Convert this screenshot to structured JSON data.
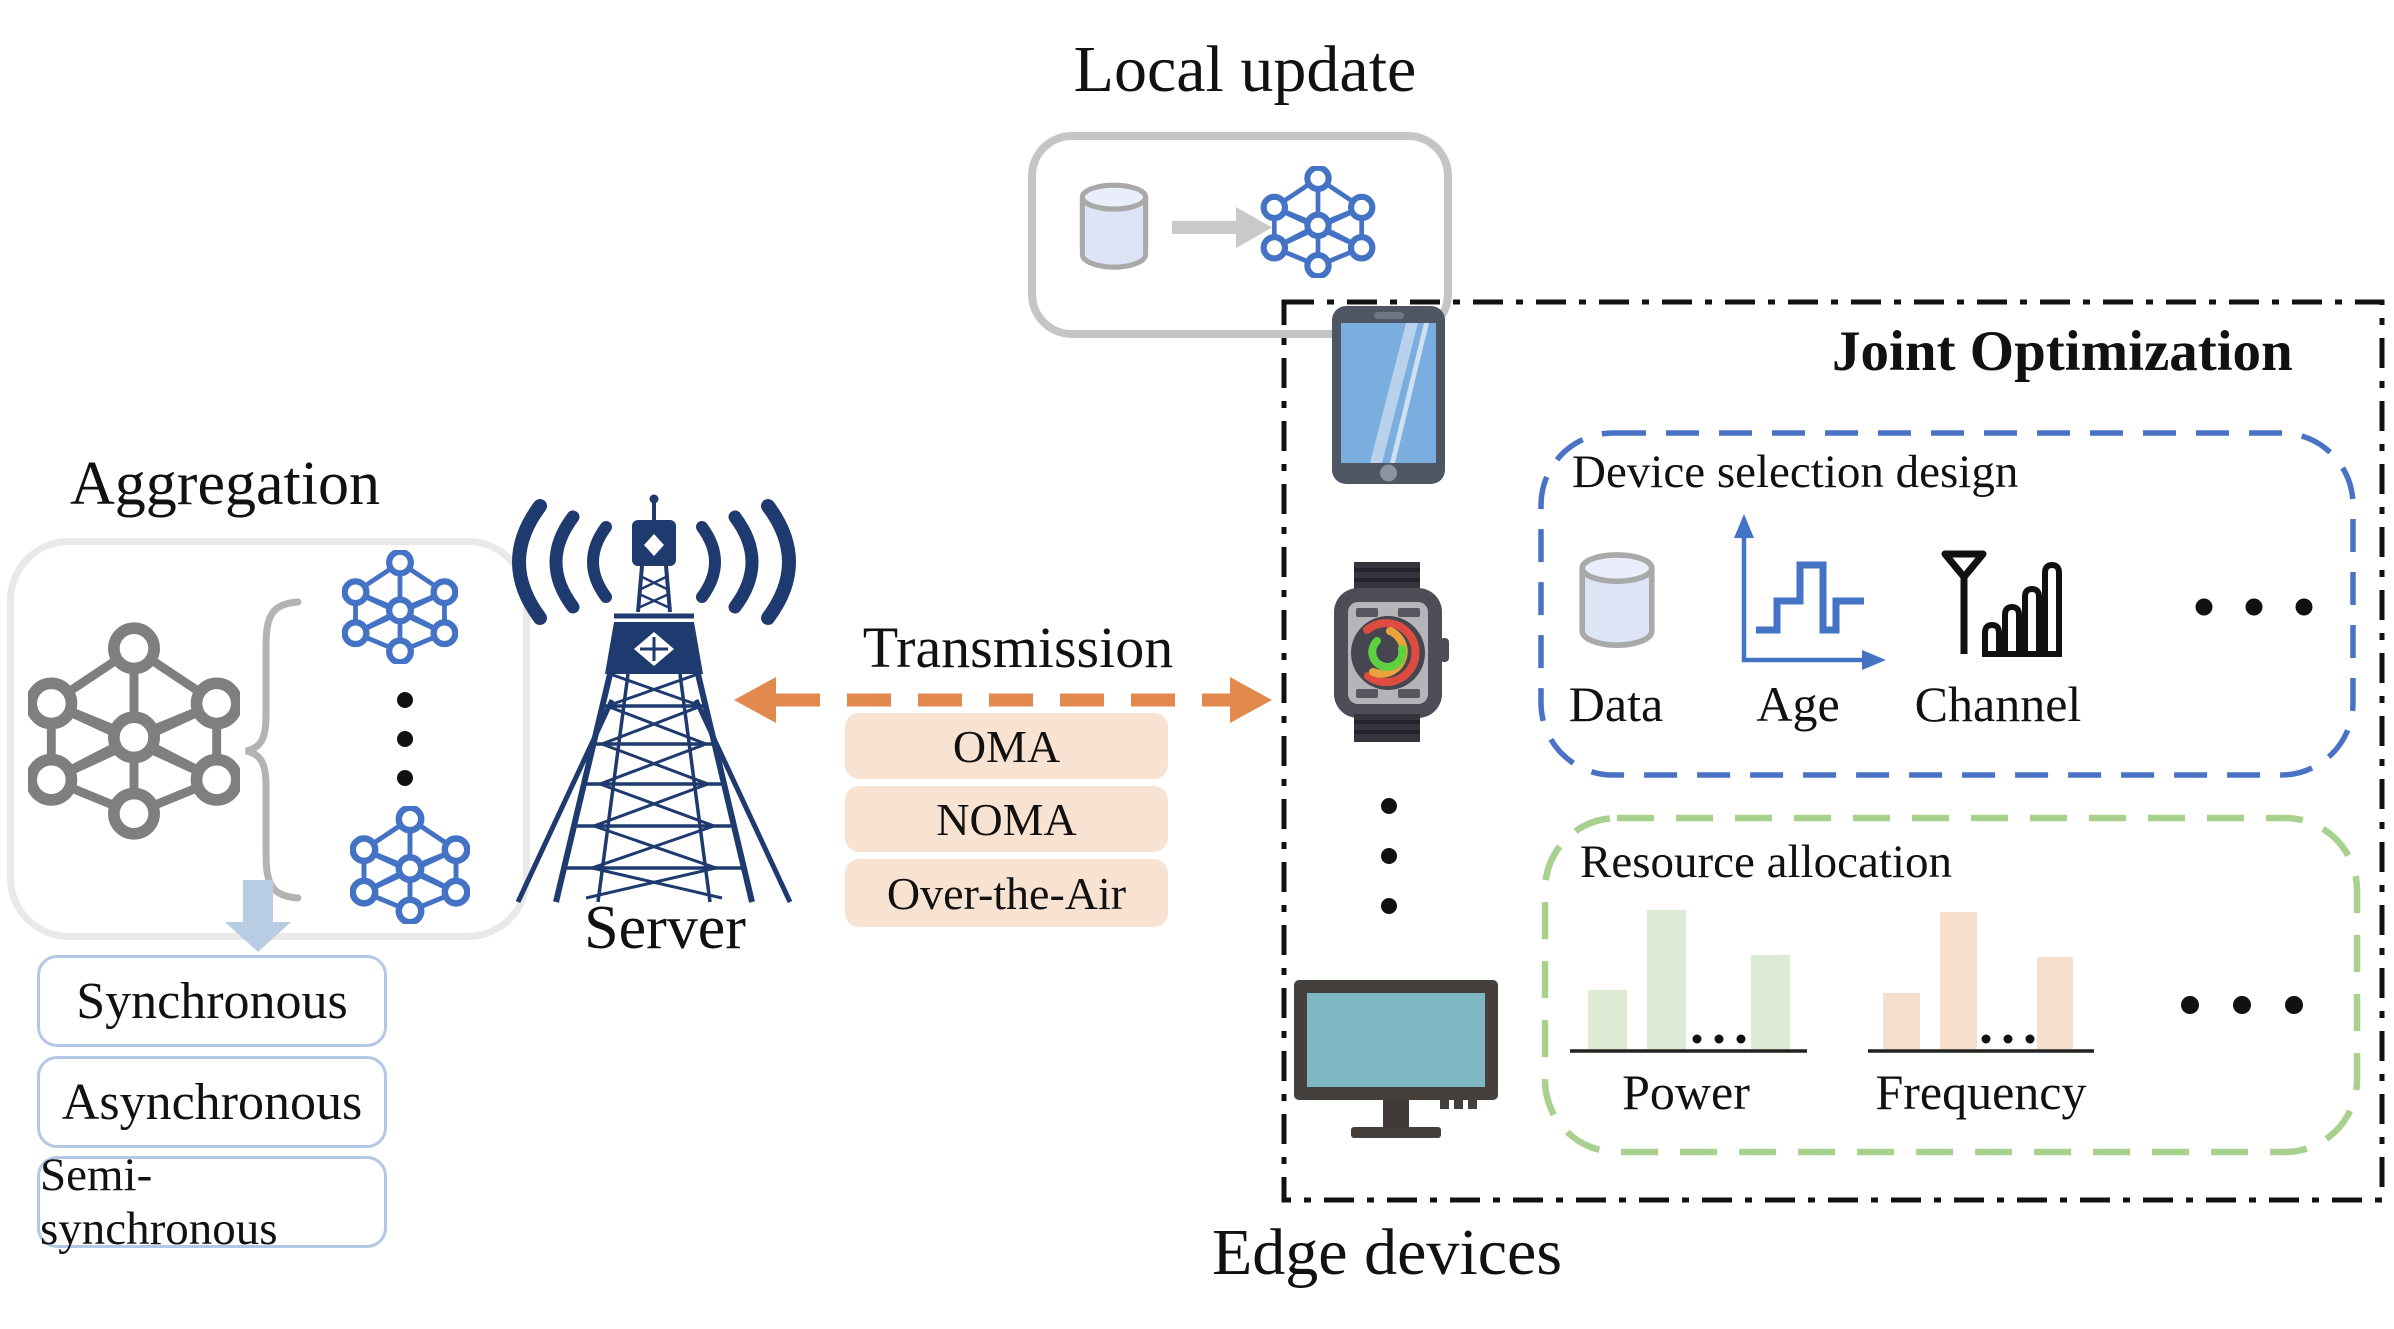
{
  "local_update": {
    "title": "Local update"
  },
  "aggregation": {
    "title": "Aggregation",
    "modes": [
      "Synchronous",
      "Asynchronous",
      "Semi-synchronous"
    ]
  },
  "server": {
    "label": "Server"
  },
  "transmission": {
    "title": "Transmission",
    "schemes": [
      "OMA",
      "NOMA",
      "Over-the-Air"
    ]
  },
  "edge_devices": {
    "label": "Edge devices",
    "device_icons": [
      "smartphone",
      "smartwatch",
      "desktop-monitor"
    ]
  },
  "joint_optimization": {
    "title": "Joint Optimization",
    "device_selection": {
      "title": "Device selection design",
      "criteria": [
        "Data",
        "Age",
        "Channel"
      ]
    },
    "resource_allocation": {
      "title": "Resource allocation",
      "charts": [
        {
          "label": "Power",
          "bar_heights": [
            60,
            140,
            95
          ]
        },
        {
          "label": "Frequency",
          "bar_heights": [
            57,
            138,
            93
          ]
        }
      ]
    }
  },
  "colors": {
    "network_blue": "#4472c4",
    "network_gray": "#7f7f7f",
    "tower_navy": "#1e3a6e",
    "orange_arrow": "#e28a4d",
    "peach_fill": "#f8e3d2",
    "light_blue_border": "#b4c7e7",
    "dashed_blue_border": "#4a72c4",
    "dashed_green_border": "#a9d18e",
    "power_bar_fill": "#ddebd5",
    "frequency_bar_fill": "#f6dfcc"
  }
}
